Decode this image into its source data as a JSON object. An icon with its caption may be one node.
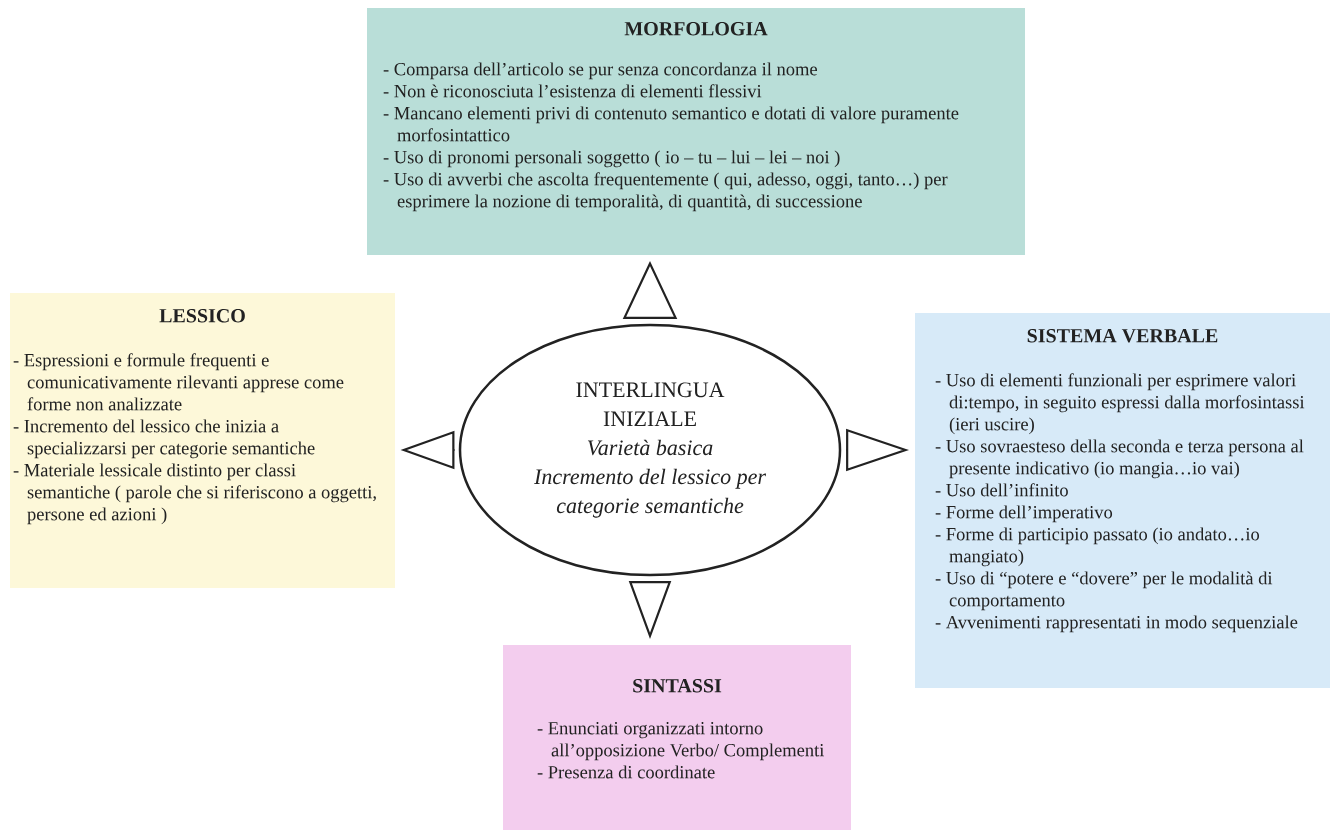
{
  "diagram": {
    "nodes": [
      {
        "text": [
          "MORFOLOGIA",
          "- Comparsa dell’articolo se pur senza concordanza il nome",
          "- Non è riconosciuta l’esistenza di elementi flessivi",
          "- Mancano elementi privi di contenuto semantico e dotati di valore puramente morfosintattico",
          "- Uso di pronomi personali soggetto ( io – tu – lui – lei – noi )",
          "- Uso di avverbi che ascolta frequentemente ( qui, adesso, oggi, tanto…) per esprimere la nozione di temporalità, di quantità, di successione"
        ]
      },
      {
        "text": [
          "LESSICO",
          "- Espressioni e formule frequenti e comunicativamente rilevanti apprese come forme non analizzate",
          "- Incremento del lessico che inizia a specializzarsi per categorie semantiche",
          "- Materiale lessicale distinto per classi semantiche ( parole che si riferiscono a oggetti, persone ed azioni )"
        ]
      },
      {
        "text": [
          "INTERLINGUA INIZIALE",
          "Varietà basica",
          "Incremento del lessico per categorie semantiche"
        ]
      },
      {
        "text": [
          "SISTEMA VERBALE",
          "- Uso di elementi funzionali per esprimere valori di:tempo, in seguito espressi dalla morfosintassi (ieri uscire)",
          "- Uso sovraesteso della seconda e terza persona al presente indicativo (io mangia…io vai)",
          "- Uso dell’infinito",
          "- Forme dell’imperativo",
          "- Forme di participio passato (io andato…io mangiato)",
          "- Uso di “potere e “dovere” per le modalità di comportamento",
          "- Avvenimenti rappresentati in modo sequenziale"
        ]
      },
      {
        "text": [
          "SINTASSI",
          "- Enunciati organizzati intorno all’opposizione Verbo/ Complementi",
          "- Presenza di coordinate"
        ]
      }
    ],
    "edges": [
      {
        "from": 2,
        "to": 0,
        "arrow": "to"
      },
      {
        "from": 2,
        "to": 1,
        "arrow": "to"
      },
      {
        "from": 2,
        "to": 3,
        "arrow": "to"
      },
      {
        "from": 2,
        "to": 4,
        "arrow": "to"
      }
    ]
  }
}
